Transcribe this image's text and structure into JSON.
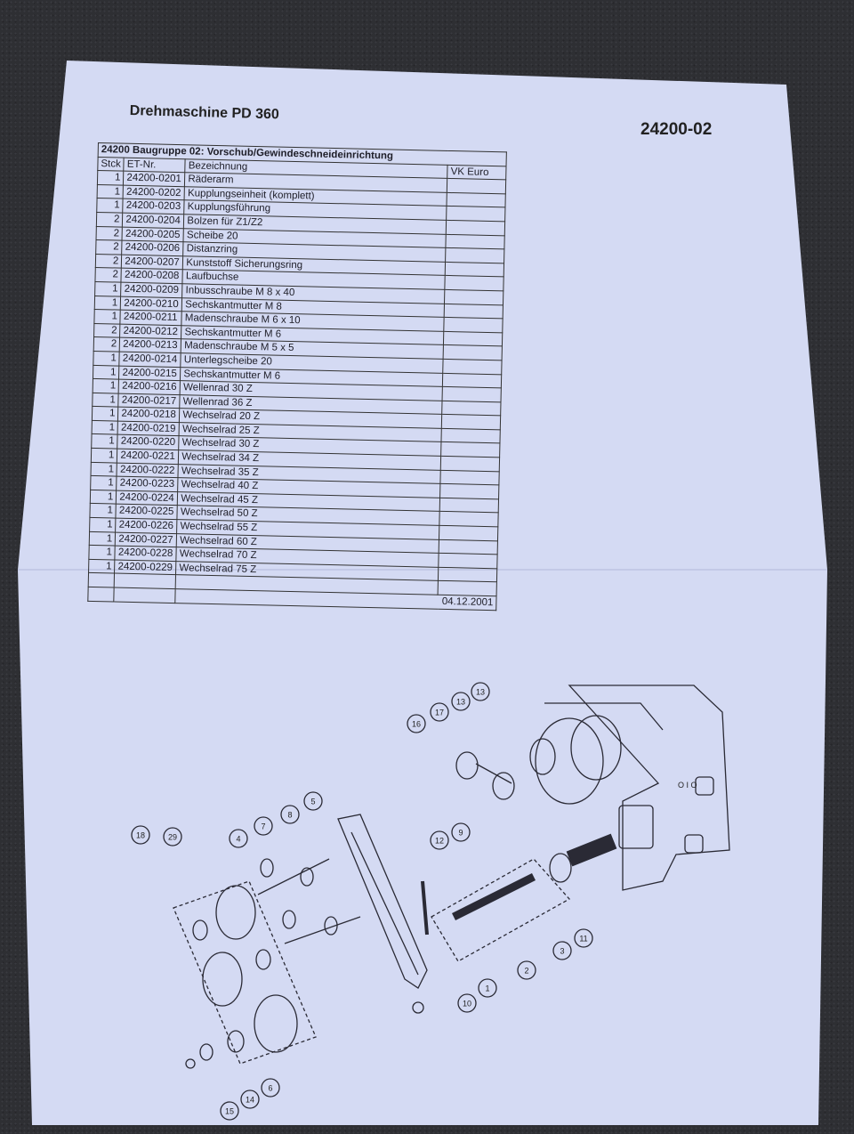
{
  "document": {
    "title": "Drehmaschine PD 360",
    "code": "24200-02",
    "group": "24200 Baugruppe 02: Vorschub/Gewindeschneideinrichtung",
    "headers": {
      "qty": "Stck",
      "part": "ET-Nr.",
      "desc": "Bezeichnung",
      "price": "VK Euro"
    },
    "date": "04.12.2001",
    "parts": [
      {
        "qty": "1",
        "part": "24200-0201",
        "desc": "Räderarm"
      },
      {
        "qty": "1",
        "part": "24200-0202",
        "desc": "Kupplungseinheit (komplett)"
      },
      {
        "qty": "1",
        "part": "24200-0203",
        "desc": "Kupplungsführung"
      },
      {
        "qty": "2",
        "part": "24200-0204",
        "desc": "Bolzen für Z1/Z2"
      },
      {
        "qty": "2",
        "part": "24200-0205",
        "desc": "Scheibe 20"
      },
      {
        "qty": "2",
        "part": "24200-0206",
        "desc": "Distanzring"
      },
      {
        "qty": "2",
        "part": "24200-0207",
        "desc": "Kunststoff Sicherungsring"
      },
      {
        "qty": "2",
        "part": "24200-0208",
        "desc": "Laufbuchse"
      },
      {
        "qty": "1",
        "part": "24200-0209",
        "desc": "Inbusschraube M 8 x 40"
      },
      {
        "qty": "1",
        "part": "24200-0210",
        "desc": "Sechskantmutter M 8"
      },
      {
        "qty": "1",
        "part": "24200-0211",
        "desc": "Madenschraube M 6 x 10"
      },
      {
        "qty": "2",
        "part": "24200-0212",
        "desc": "Sechskantmutter M 6"
      },
      {
        "qty": "2",
        "part": "24200-0213",
        "desc": "Madenschraube M 5 x 5"
      },
      {
        "qty": "1",
        "part": "24200-0214",
        "desc": "Unterlegscheibe 20"
      },
      {
        "qty": "1",
        "part": "24200-0215",
        "desc": "Sechskantmutter M 6"
      },
      {
        "qty": "1",
        "part": "24200-0216",
        "desc": "Wellenrad 30 Z"
      },
      {
        "qty": "1",
        "part": "24200-0217",
        "desc": "Wellenrad 36 Z"
      },
      {
        "qty": "1",
        "part": "24200-0218",
        "desc": "Wechselrad 20 Z"
      },
      {
        "qty": "1",
        "part": "24200-0219",
        "desc": "Wechselrad 25 Z"
      },
      {
        "qty": "1",
        "part": "24200-0220",
        "desc": "Wechselrad 30 Z"
      },
      {
        "qty": "1",
        "part": "24200-0221",
        "desc": "Wechselrad 34 Z"
      },
      {
        "qty": "1",
        "part": "24200-0222",
        "desc": "Wechselrad 35 Z"
      },
      {
        "qty": "1",
        "part": "24200-0223",
        "desc": "Wechselrad 40 Z"
      },
      {
        "qty": "1",
        "part": "24200-0224",
        "desc": "Wechselrad 45 Z"
      },
      {
        "qty": "1",
        "part": "24200-0225",
        "desc": "Wechselrad 50 Z"
      },
      {
        "qty": "1",
        "part": "24200-0226",
        "desc": "Wechselrad 55 Z"
      },
      {
        "qty": "1",
        "part": "24200-0227",
        "desc": "Wechselrad 60 Z"
      },
      {
        "qty": "1",
        "part": "24200-0228",
        "desc": "Wechselrad 70 Z"
      },
      {
        "qty": "1",
        "part": "24200-0229",
        "desc": "Wechselrad 75 Z"
      }
    ]
  },
  "diagram": {
    "callouts": [
      "1",
      "2",
      "3",
      "4",
      "5",
      "6",
      "7",
      "8",
      "9",
      "10",
      "11",
      "12",
      "13",
      "13",
      "14",
      "15",
      "16",
      "17",
      "18",
      "29"
    ],
    "switch_label": "O I O"
  },
  "colors": {
    "paper": "#d3d9f2",
    "ink": "#222222",
    "background": "#2e2f33"
  }
}
